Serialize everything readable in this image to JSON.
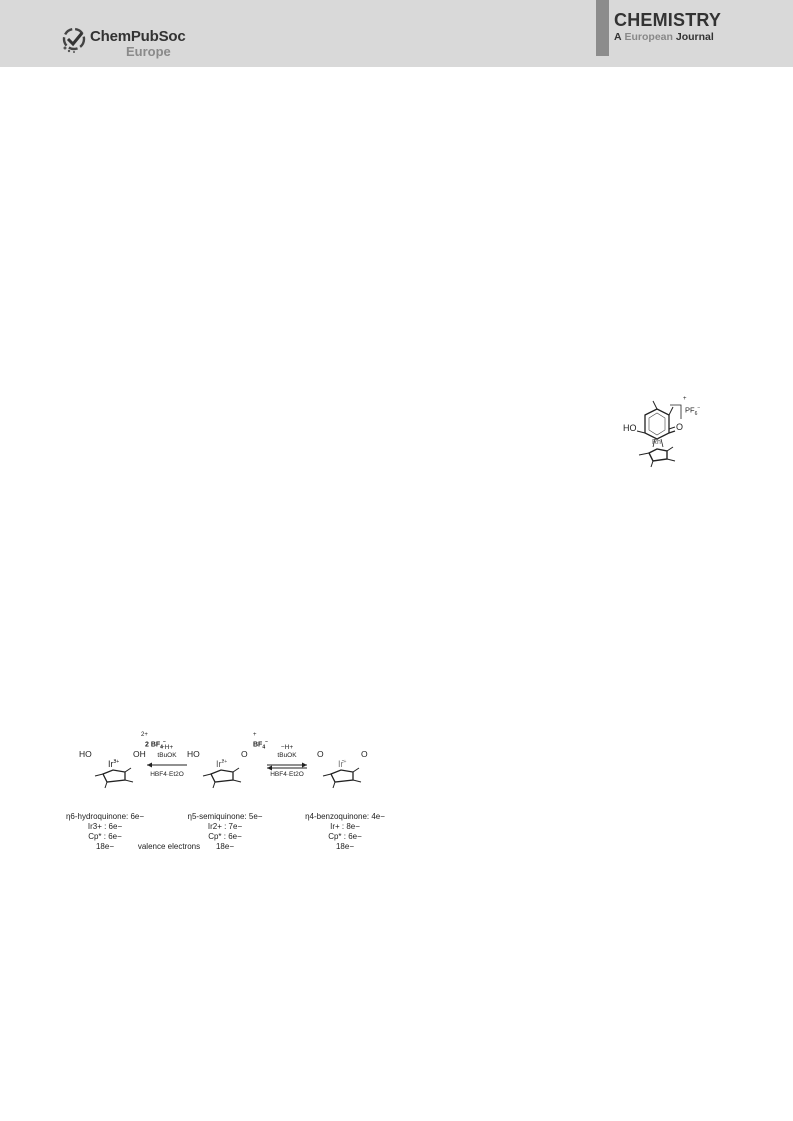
{
  "header": {
    "publisher": {
      "name": "ChemPubSoc",
      "region": "Europe"
    },
    "journal": {
      "title": "CHEMISTRY",
      "prefix": "A",
      "middle": "European",
      "suffix": "Journal"
    }
  },
  "figure_rh": {
    "ho": "HO",
    "o": "O",
    "metal": "Rh",
    "charge": "+",
    "anion": "PF",
    "anion_sub": "6",
    "anion_sup": "−"
  },
  "scheme": {
    "left": {
      "charge": "2+",
      "anion": "2 BF",
      "anion_sub": "4",
      "anion_sup": "−",
      "ho_left": "HO",
      "oh_right": "OH",
      "metal": "Ir",
      "metal_sup": "3+",
      "caption": [
        "η6-hydroquinone: 6e−",
        "Ir3+ : 6e−",
        "Cp* : 6e−",
        "18e−"
      ]
    },
    "middle": {
      "charge": "+",
      "anion": "BF",
      "anion_sub": "4",
      "anion_sup": "−",
      "ho_left": "HO",
      "o_right": "O",
      "metal": "Ir",
      "metal_sup": "2+",
      "caption": [
        "η5-semiquinone: 5e−",
        "Ir2+ : 7e−",
        "Cp* : 6e−",
        "18e−"
      ]
    },
    "right": {
      "o_left": "O",
      "o_right": "O",
      "metal": "Ir",
      "metal_sup": "+",
      "caption": [
        "η4-benzoquinone: 4e−",
        "Ir+ : 8e−",
        "Cp* : 6e−",
        "18e−"
      ]
    },
    "arrow1": {
      "top": "−H+",
      "top2": "tBuOK",
      "bottom": "HBF4·Et2O"
    },
    "arrow2": {
      "top": "−H+",
      "top2": "tBuOK",
      "bottom": "HBF4·Et2O"
    },
    "middle_note": "valence electrons"
  }
}
